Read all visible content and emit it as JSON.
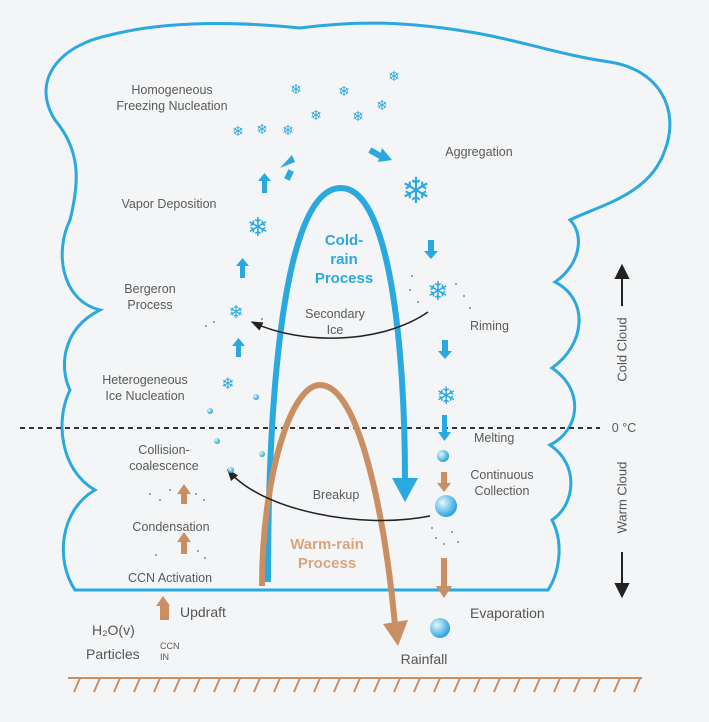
{
  "labels": {
    "homogeneous_freezing": "Homogeneous\nFreezing Nucleation",
    "vapor_deposition": "Vapor Deposition",
    "bergeron": "Bergeron\nProcess",
    "heterogeneous": "Heterogeneous\nIce Nucleation",
    "collision": "Collision-\ncoalescence",
    "condensation": "Condensation",
    "ccn_activation": "CCN Activation",
    "aggregation": "Aggregation",
    "riming": "Riming",
    "melting": "Melting",
    "continuous_collection": "Continuous\nCollection",
    "evaporation": "Evaporation",
    "rainfall": "Rainfall",
    "updraft": "Updraft",
    "secondary_ice": "Secondary\nIce",
    "breakup": "Breakup",
    "cold_rain": "Cold-\nrain\nProcess",
    "warm_rain": "Warm-rain\nProcess",
    "zero_c": "0 °C",
    "cold_cloud": "Cold Cloud",
    "warm_cloud": "Warm Cloud",
    "h2o": "H₂O(v)",
    "particles": "Particles",
    "ccn": "CCN",
    "in": "IN"
  },
  "colors": {
    "cloud_outline": "#29a9e0",
    "cold_arrow": "#29a9e0",
    "warm_arrow": "#c98f63",
    "dashed_line": "#333333",
    "ground": "#c98f63"
  }
}
